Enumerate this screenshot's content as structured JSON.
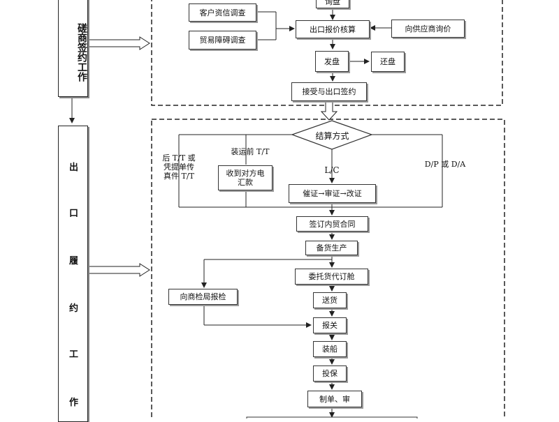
{
  "phases": {
    "pre_signing": "磋商签约工作",
    "execution": [
      "出",
      "口",
      "履",
      "约",
      "工",
      "作"
    ]
  },
  "nodes": {
    "ask_price": "询盘",
    "customer_credit": "客户资信调查",
    "trade_barrier": "贸易障碍调查",
    "export_quote": "出口报价核算",
    "supplier_price": "向供应商询价",
    "offer": "发盘",
    "counter_offer": "还盘",
    "accept_sign": "接受与出口签约",
    "settlement": "结算方式",
    "collect_remit": "收到对方电汇款",
    "lc_steps": "催证→审证→改证",
    "domestic_contract": "签订内贸合同",
    "prepare_goods": "备货生产",
    "book_shipping": "委托货代订舱",
    "inspection": "向商检局报检",
    "deliver": "送货",
    "customs": "报关",
    "loading": "装船",
    "insurance": "投保",
    "documents": "制单、审"
  },
  "branch_labels": {
    "tt_after": "后 T/T 或\n凭提单传\n真件 T/T",
    "tt_before": "装运前 T/T",
    "lc": "L/C",
    "dp_da": "D/P 或 D/A"
  }
}
